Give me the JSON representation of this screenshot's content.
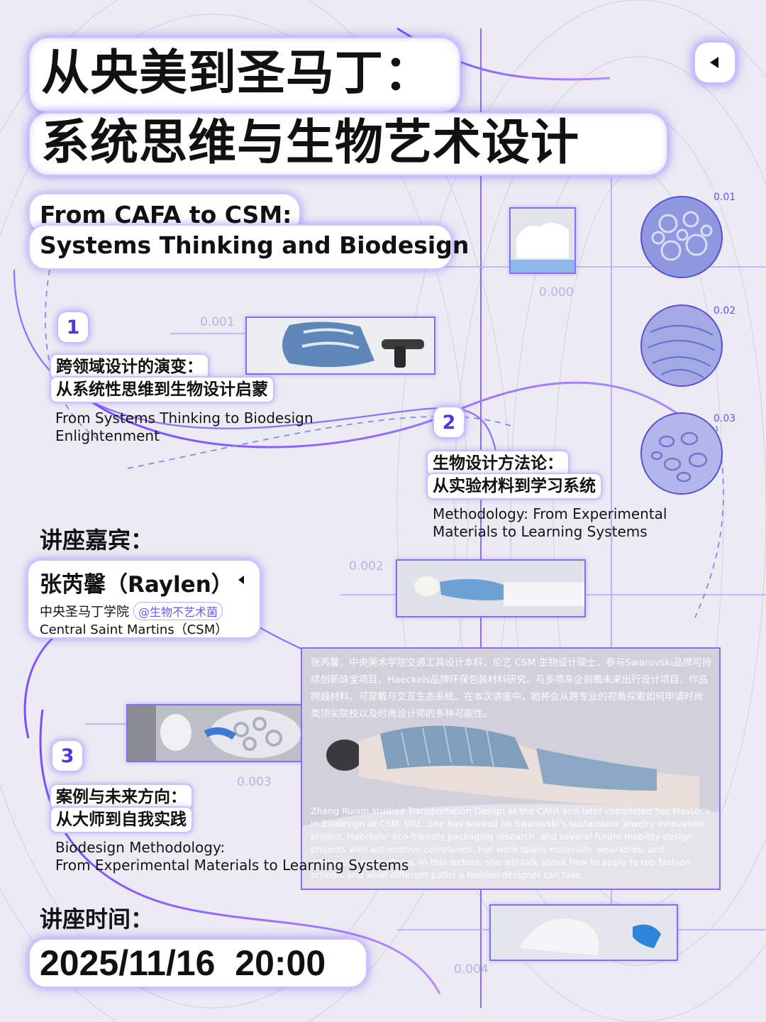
{
  "title": {
    "line1": "从央美到圣马丁：",
    "line2": "系统思维与生物艺术设计"
  },
  "subtitle": {
    "line1": "From CAFA to CSM:",
    "line2": "Systems Thinking and Biodesign"
  },
  "sections": [
    {
      "number": "1",
      "cn_line1": "跨领域设计的演变：",
      "cn_line2": "从系统性思维到生物设计启蒙",
      "en_line1": "From Systems Thinking to Biodesign",
      "en_line2": "Enlightenment"
    },
    {
      "number": "2",
      "cn_line1": "生物设计方法论：",
      "cn_line2": "从实验材料到学习系统",
      "en_line1": "Methodology: From Experimental",
      "en_line2": "Materials to Learning Systems"
    },
    {
      "number": "3",
      "cn_line1": "案例与未来方向：",
      "cn_line2": "从大师到自我实践",
      "en_line1": "Biodesign Methodology:",
      "en_line2": "From Experimental Materials to Learning Systems"
    }
  ],
  "speaker": {
    "heading": "讲座嘉宾：",
    "name": "张芮馨（Raylen）",
    "school_cn": "中央圣马丁学院",
    "handle": "@生物不艺术菌",
    "school_en": "Central Saint Martins（CSM）"
  },
  "bio": {
    "cn": "张芮馨，中央美术学院交通工具设计本科，伦艺 CSM 生物设计硕士，参与Swarovski品牌可持续创新珠宝项目、Haeckels品牌环保包装材料研究、与多项车企前瞻未来出行设计项目，作品跨越材料、可穿戴与交互生态系统。在本次讲座中，她将会从跨专业的视角探索如何申请时尚类顶尖院校以及时尚设计师的多种可能性。",
    "en": "Zhang Ruixin studied Transportation Design at the CAFA and later completed her Master's in Biodesign at CSM, UAL. She has worked on Swarovski's sustainable jewelry innovation project, Haeckels' eco-friendly packaging research, and several future mobility design projects with automotive companies. Her work spans materials, wearables, and interactive ecosystems. In this lecture, she will talk about how to apply to top fashion schools and what different paths a fashion designer can take."
  },
  "time": {
    "heading": "讲座时间：",
    "datetime": "2025/11/16  20:00"
  },
  "axis_labels": [
    "0.000",
    "0.001",
    "0.002",
    "0.003",
    "0.004"
  ],
  "petri_labels": [
    "0.01",
    "0.02",
    "0.03"
  ],
  "colors": {
    "accent": "#5233ef",
    "glow": "#6250ff",
    "line": "#8e6cf2",
    "background": "#ecebf3"
  },
  "icons": {
    "back": "back-triangle-icon",
    "speaker_toggle": "small-triangle-icon"
  }
}
